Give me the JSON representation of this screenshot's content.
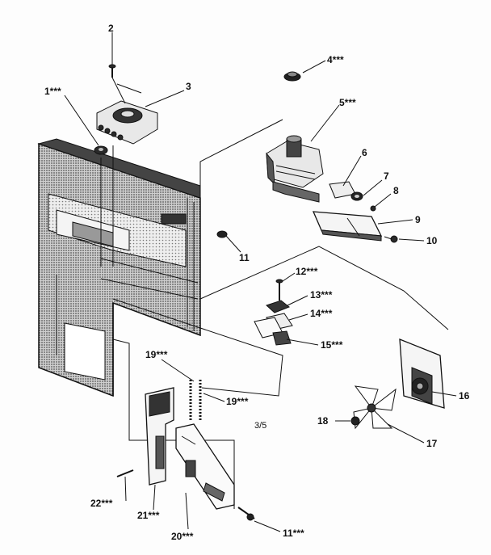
{
  "diagram_code": "3/5",
  "callouts": [
    {
      "id": "c1",
      "text": "1***"
    },
    {
      "id": "c2",
      "text": "2"
    },
    {
      "id": "c3",
      "text": "3"
    },
    {
      "id": "c4",
      "text": "4***"
    },
    {
      "id": "c5",
      "text": "5***"
    },
    {
      "id": "c6",
      "text": "6"
    },
    {
      "id": "c7",
      "text": "7"
    },
    {
      "id": "c8",
      "text": "8"
    },
    {
      "id": "c9",
      "text": "9"
    },
    {
      "id": "c10",
      "text": "10"
    },
    {
      "id": "c11",
      "text": "11"
    },
    {
      "id": "c12",
      "text": "12***"
    },
    {
      "id": "c13",
      "text": "13***"
    },
    {
      "id": "c14",
      "text": "14***"
    },
    {
      "id": "c15",
      "text": "15***"
    },
    {
      "id": "c16",
      "text": "16"
    },
    {
      "id": "c17",
      "text": "17"
    },
    {
      "id": "c18",
      "text": "18"
    },
    {
      "id": "c19a",
      "text": "19***"
    },
    {
      "id": "c19b",
      "text": "19***"
    },
    {
      "id": "c20",
      "text": "20***"
    },
    {
      "id": "c21",
      "text": "21***"
    },
    {
      "id": "c22",
      "text": "22***"
    },
    {
      "id": "c11b",
      "text": "11***"
    }
  ]
}
